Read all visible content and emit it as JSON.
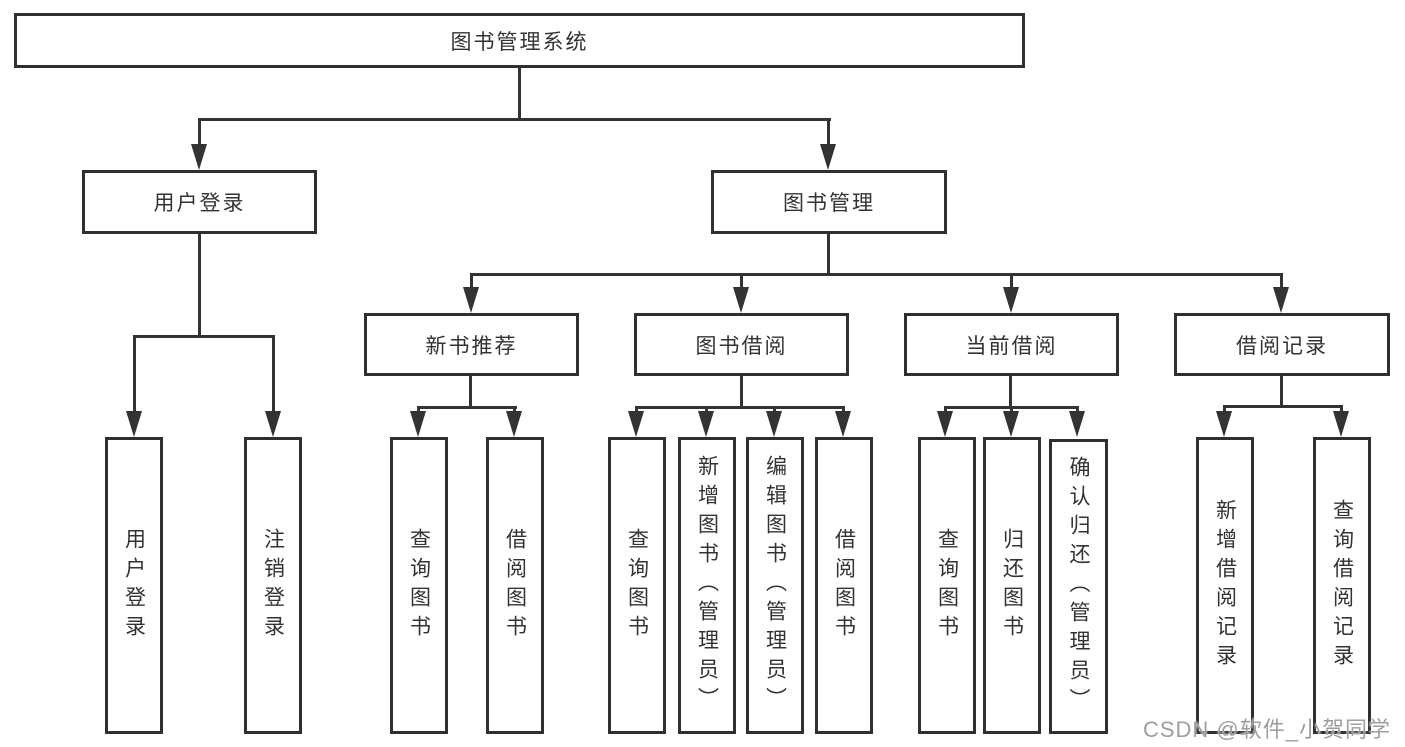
{
  "colors": {
    "line": "#333333",
    "text": "#333333",
    "box_background": "#ffffff",
    "page_background": "#ffffff",
    "watermark": "#9e9e9e"
  },
  "tree": {
    "root": {
      "label": "图书管理系统"
    },
    "user_login": {
      "label": "用户登录",
      "children": [
        {
          "label": "用户登录"
        },
        {
          "label": "注销登录"
        }
      ]
    },
    "book_management": {
      "label": "图书管理",
      "sections": [
        {
          "label": "新书推荐",
          "children": [
            {
              "label": "查询图书"
            },
            {
              "label": "借阅图书"
            }
          ]
        },
        {
          "label": "图书借阅",
          "children": [
            {
              "label": "查询图书"
            },
            {
              "label": "新增图书（管理员）"
            },
            {
              "label": "编辑图书（管理员）"
            },
            {
              "label": "借阅图书"
            }
          ]
        },
        {
          "label": "当前借阅",
          "children": [
            {
              "label": "查询图书"
            },
            {
              "label": "归还图书"
            },
            {
              "label": "确认归还（管理员）"
            }
          ]
        },
        {
          "label": "借阅记录",
          "children": [
            {
              "label": "新增借阅记录"
            },
            {
              "label": "查询借阅记录"
            }
          ]
        }
      ]
    }
  },
  "watermark": {
    "text": "CSDN @软件_小贺同学"
  }
}
